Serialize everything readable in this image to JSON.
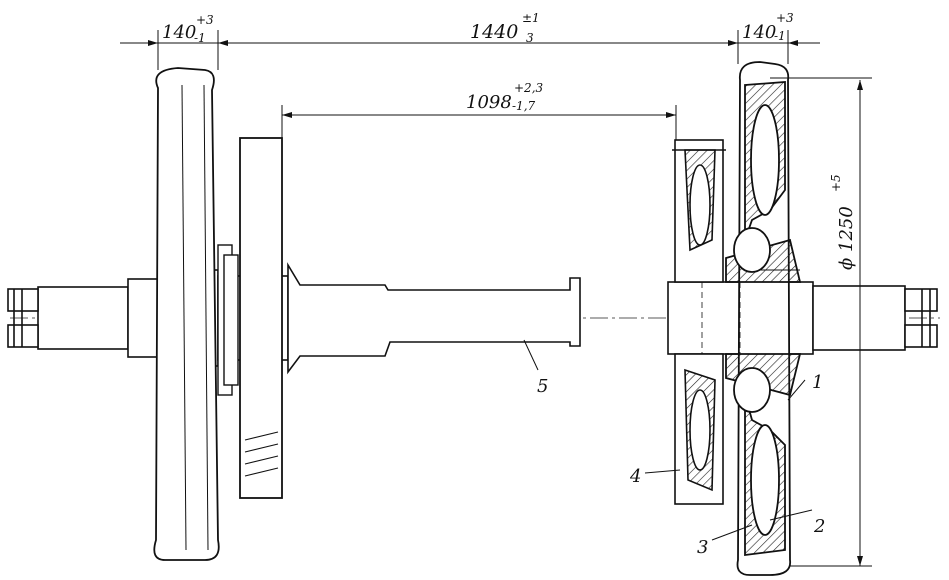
{
  "dimensions": {
    "left_rim": {
      "base": "140",
      "upper": "+3",
      "lower": "-1"
    },
    "gauge": {
      "base": "1440",
      "upper": "±1",
      "lower": "3"
    },
    "right_rim": {
      "base": "140",
      "upper": "+3",
      "lower": "-1"
    },
    "gear_span": {
      "base": "1098",
      "upper": "+2,3",
      "lower": "-1,7"
    },
    "diameter": {
      "base": "ϕ 1250",
      "upper": "+5"
    }
  },
  "callouts": {
    "p1": "1",
    "p2": "2",
    "p3": "3",
    "p4": "4",
    "p5": "5"
  }
}
